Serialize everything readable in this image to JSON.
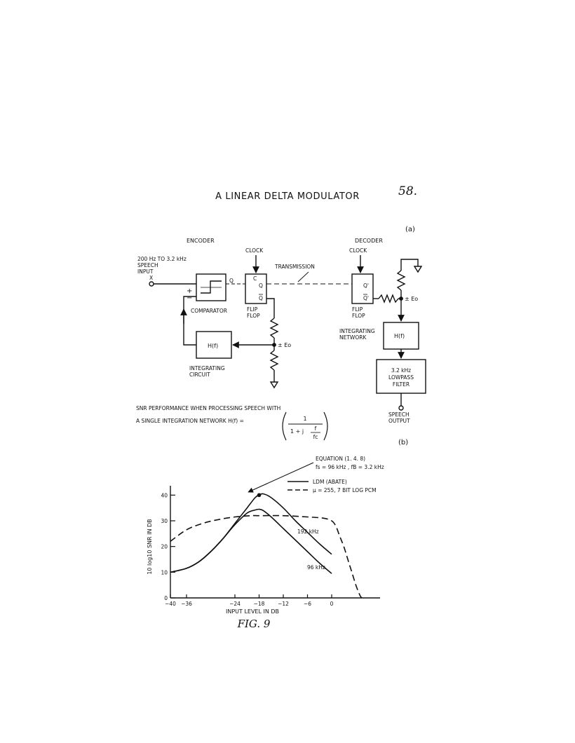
{
  "page": {
    "title": "A LINEAR DELTA MODULATOR",
    "page_number": "58.",
    "fig_label": "FIG. 9"
  },
  "diagram_a": {
    "label": "(a)",
    "encoder_title": "ENCODER",
    "decoder_title": "DECODER",
    "input_label_1": "200 Hz  TO  3.2 kHz",
    "input_label_2": "SPEECH",
    "input_label_3": "INPUT",
    "input_x": "X",
    "comparator": "COMPARATOR",
    "comp_plus": "+",
    "comp_minus": "−",
    "comp_q": "Q",
    "clock_enc": "CLOCK",
    "clock_dec": "CLOCK",
    "ff_c": "C",
    "ff_q": "Q",
    "ff_qbar": "Q",
    "ff_label_1": "FLIP",
    "ff_label_2": "FLOP",
    "transmission": "TRANSMISSION",
    "dec_ff_q": "Q'",
    "dec_ff_qbar": "Q'",
    "dec_ff_label_1": "FLIP",
    "dec_ff_label_2": "FLOP",
    "enc_eo": "± Eo",
    "dec_eo": "± Eo",
    "hf_enc": "H(f)",
    "integrating_circuit_1": "INTEGRATING",
    "integrating_circuit_2": "CIRCUIT",
    "integrating_network_1": "INTEGRATING",
    "integrating_network_2": "NETWORK",
    "hf_dec": "H(f)",
    "lpf_1": "3.2 kHz",
    "lpf_2": "LOWPASS",
    "lpf_3": "FILTER",
    "speech_output_1": "SPEECH",
    "speech_output_2": "OUTPUT"
  },
  "diagram_b": {
    "label": "(b)",
    "caption_line1": "SNR  PERFORMANCE  WHEN  PROCESSING  SPEECH  WITH",
    "caption_line2": "A  SINGLE  INTEGRATION  NETWORK  H(f) =",
    "formula_num": "1",
    "formula_den": "1 + j",
    "formula_f": "f",
    "formula_fc": "fc",
    "equation_label": "EQUATION (1. 4. 8)",
    "equation_params": "fs = 96 kHz ,  fB = 3.2 kHz",
    "legend_ldm": "LDM (ABATE)",
    "legend_pcm": "μ = 255,  7 BIT LOG PCM",
    "curve_label_192": "192 kHz",
    "curve_label_96": "96 kHz"
  },
  "chart_data": {
    "type": "line",
    "xlabel": "INPUT  LEVEL  IN  DB",
    "ylabel": "10 log10 SNR IN DB",
    "xlim": [
      -40,
      12
    ],
    "ylim": [
      0,
      42
    ],
    "x_ticks": [
      -40,
      -36,
      -24,
      -18,
      -12,
      -6,
      0
    ],
    "x_tick_labels": [
      "−40",
      "−36",
      "−24",
      "−18",
      "−12",
      "−6",
      "0"
    ],
    "y_ticks": [
      0,
      10,
      20,
      30,
      40
    ],
    "y_tick_labels": [
      "0",
      "10",
      "20",
      "30",
      "40"
    ],
    "series": [
      {
        "name": "192 kHz",
        "style": "solid",
        "x": [
          -40,
          -36,
          -33,
          -30,
          -27,
          -24,
          -21,
          -19,
          -18,
          -17,
          -15,
          -12,
          -9,
          -6,
          -3,
          0
        ],
        "y": [
          10,
          11.5,
          14,
          18,
          23,
          29,
          35,
          39,
          40,
          40.5,
          39,
          35,
          30,
          25.5,
          21,
          17
        ]
      },
      {
        "name": "96 kHz",
        "style": "solid",
        "x": [
          -40,
          -36,
          -33,
          -30,
          -27,
          -24,
          -21,
          -19,
          -18,
          -17,
          -15,
          -12,
          -9,
          -6,
          -3,
          0
        ],
        "y": [
          10,
          11.5,
          14,
          18,
          23,
          28.5,
          33,
          34.2,
          34.5,
          34,
          31.5,
          27,
          22.5,
          18,
          13.5,
          9.5
        ]
      },
      {
        "name": "μ = 255,  7 BIT LOG PCM",
        "style": "dashed",
        "x": [
          -40,
          -36,
          -32,
          -28,
          -24,
          -20,
          -18,
          -12,
          -6,
          -2,
          0,
          1,
          2,
          3,
          4,
          5,
          6,
          7,
          7.5
        ],
        "y": [
          22,
          26.5,
          29,
          30.5,
          31.5,
          32,
          32,
          32,
          31.5,
          31,
          30,
          28,
          24,
          20,
          15,
          10,
          5,
          1,
          0
        ]
      }
    ],
    "marker": {
      "x": -18,
      "y": 40
    }
  }
}
